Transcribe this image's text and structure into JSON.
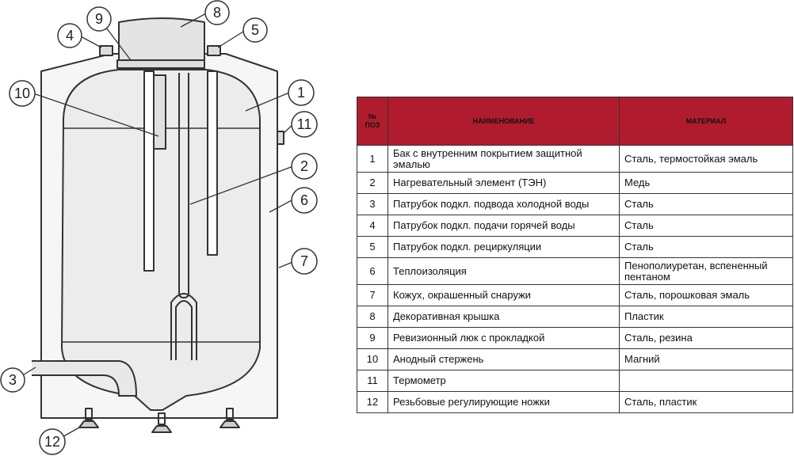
{
  "callouts": [
    "1",
    "2",
    "3",
    "4",
    "5",
    "6",
    "7",
    "8",
    "9",
    "10",
    "11",
    "12"
  ],
  "table": {
    "headers": {
      "pos": "№ ПОЗ",
      "name": "НАИМЕНОВАНИЕ",
      "material": "МАТЕРИАЛ"
    },
    "rows": [
      {
        "num": "1",
        "name": "Бак с внутренним покрытием защитной эмалью",
        "material": "Сталь, термостойкая эмаль"
      },
      {
        "num": "2",
        "name": "Нагревательный элемент (ТЭН)",
        "material": "Медь"
      },
      {
        "num": "3",
        "name": "Патрубок  подкл. подвода холодной воды",
        "material": "Сталь"
      },
      {
        "num": "4",
        "name": "Патрубок  подкл. подачи горячей воды",
        "material": "Сталь"
      },
      {
        "num": "5",
        "name": "Патрубок подкл. рециркуляции",
        "material": "Сталь"
      },
      {
        "num": "6",
        "name": "Теплоизоляция",
        "material": "Пенополиуретан, вспененный пентаном"
      },
      {
        "num": "7",
        "name": "Кожух, окрашенный снаружи",
        "material": "Сталь, порошковая эмаль"
      },
      {
        "num": "8",
        "name": "Декоративная крышка",
        "material": "Пластик"
      },
      {
        "num": "9",
        "name": "Ревизионный люк с прокладкой",
        "material": "Сталь, резина"
      },
      {
        "num": "10",
        "name": "Анодный стержень",
        "material": "Магний"
      },
      {
        "num": "11",
        "name": "Термометр",
        "material": ""
      },
      {
        "num": "12",
        "name": "Резьбовые регулирующие ножки",
        "material": "Сталь, пластик"
      }
    ]
  },
  "colors": {
    "header_bg": "#b01c2e",
    "line": "#333333",
    "fill": "#f2f2f2"
  }
}
